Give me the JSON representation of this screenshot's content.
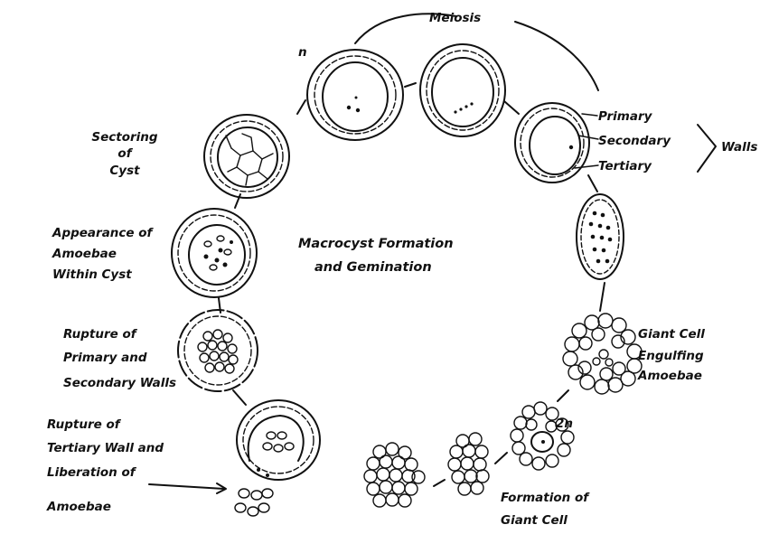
{
  "diagram": {
    "center_title": [
      "Macrocyst Formation",
      "and Gemination"
    ],
    "labels": {
      "meiosis": "Meiosis",
      "haploid": "n",
      "diploid": "2n",
      "primary": "Primary",
      "secondary": "Secondary",
      "tertiary": "Tertiary",
      "walls": "Walls",
      "sectoring": [
        "Sectoring",
        "of",
        "Cyst"
      ],
      "appearance": [
        "Appearance of",
        "Amoebae",
        "Within Cyst"
      ],
      "rupture_primary": [
        "Rupture of",
        "Primary and",
        "Secondary Walls"
      ],
      "rupture_tertiary": [
        "Rupture of",
        "Tertiary Wall and",
        "Liberation of",
        "Amoebae"
      ],
      "giant_cell": [
        "Giant Cell",
        "Engulfing",
        "Amoebae"
      ],
      "formation": [
        "Formation of",
        "Giant Cell"
      ]
    }
  }
}
